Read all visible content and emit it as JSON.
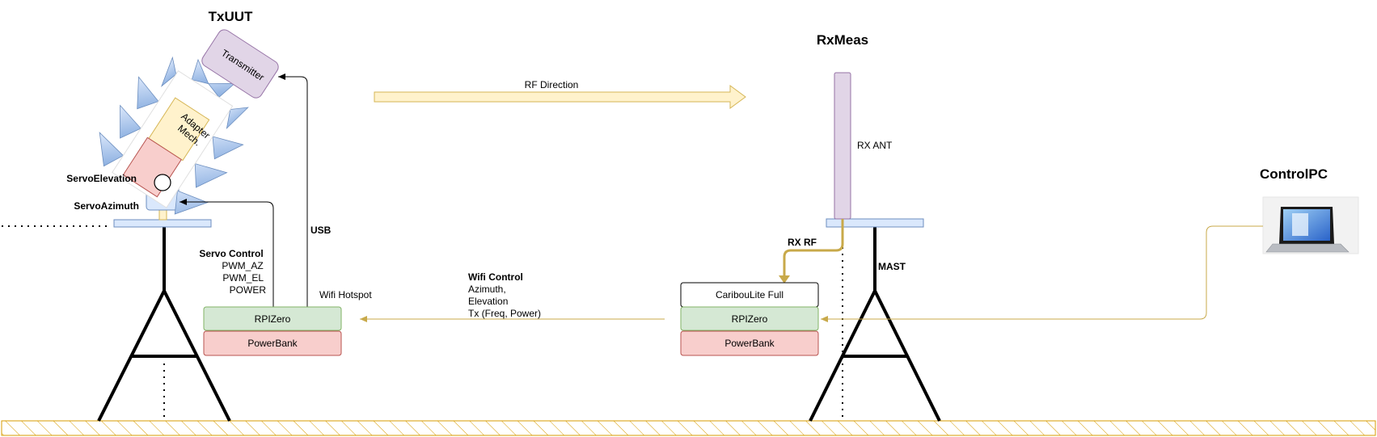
{
  "tx": {
    "title": "TxUUT",
    "transmitter": "Transmitter",
    "adapter_line1": "Adapter",
    "adapter_line2": "Mech.",
    "servo_elevation": "ServoElevation",
    "servo_azimuth": "ServoAzimuth",
    "servo_control": {
      "title": "Servo Control",
      "lines": [
        "PWM_AZ",
        "PWM_EL",
        "POWER"
      ]
    },
    "usb": "USB",
    "wifi_hotspot": "Wifi Hotspot",
    "rpizero": "RPIZero",
    "powerbank": "PowerBank"
  },
  "rf_direction": "RF Direction",
  "wifi_control": {
    "title": "Wifi Control",
    "lines": [
      "Azimuth,",
      "Elevation",
      "Tx (Freq, Power)"
    ]
  },
  "rx": {
    "title": "RxMeas",
    "rx_ant": "RX ANT",
    "rx_rf": "RX RF",
    "mast": "MAST",
    "cariboulite": "CaribouLite Full",
    "rpizero": "RPIZero",
    "powerbank": "PowerBank"
  },
  "control_pc": {
    "title": "ControlPC"
  },
  "colors": {
    "green_fill": "#d5e8d4",
    "green_stroke": "#82b366",
    "red_fill": "#f8cecc",
    "red_stroke": "#b85450",
    "purple_fill": "#e1d5e7",
    "purple_stroke": "#9673a6",
    "yellow_fill": "#fff2cc",
    "yellow_stroke": "#d6b656",
    "blue_fill": "#dae8fc",
    "blue_stroke": "#6c8ebf",
    "gold": "#c8a94a",
    "ground": "#d79b00"
  }
}
